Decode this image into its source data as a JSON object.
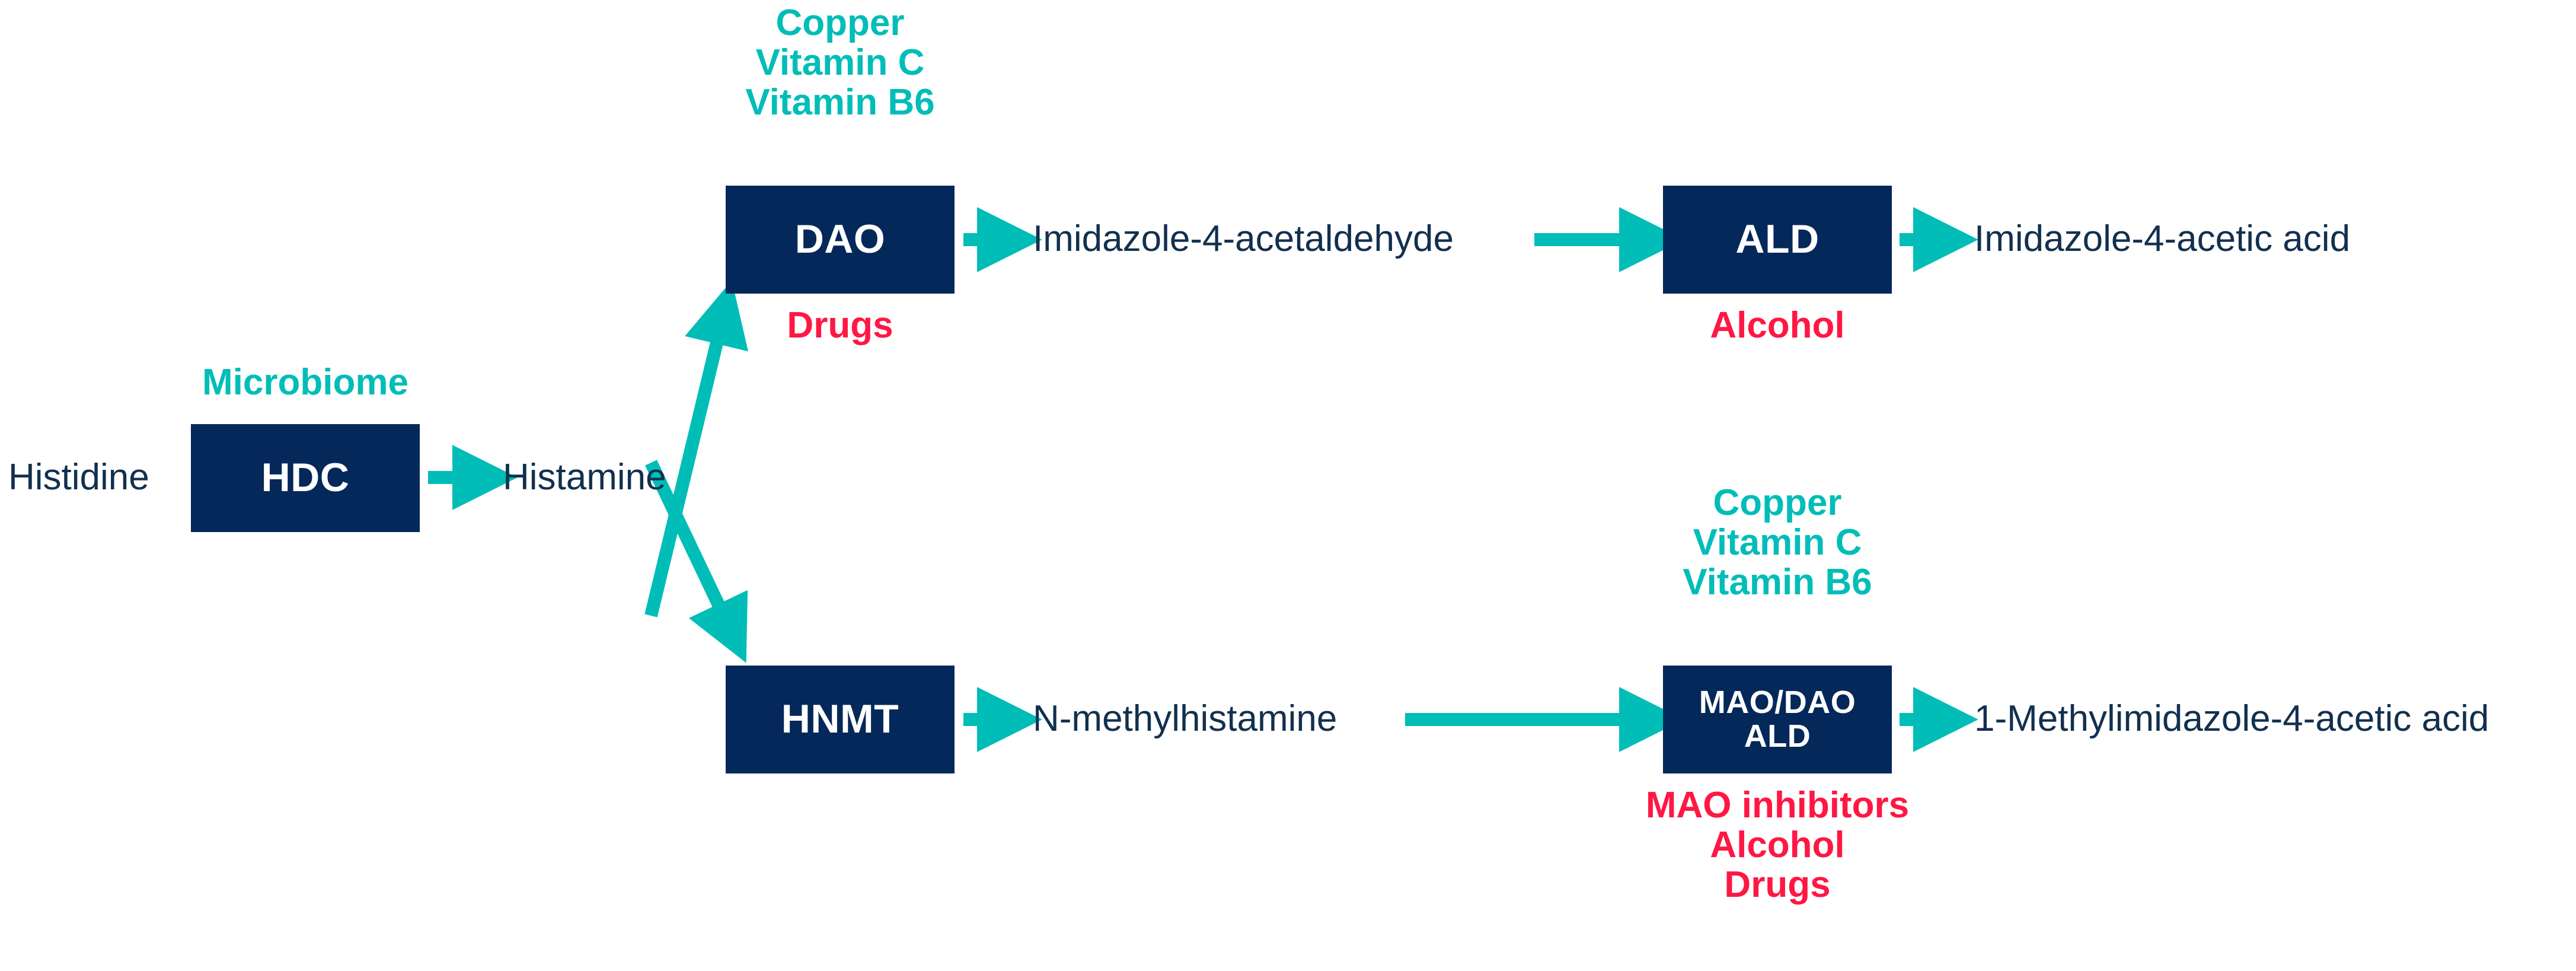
{
  "diagram": {
    "title": "Histamine metabolism pathway",
    "colors": {
      "enzyme_box": "#04285a",
      "cofactor_teal": "#00bdb8",
      "inhibitor_red": "#ff1744",
      "arrow_teal": "#00bdb8",
      "metabolite_text": "#12304f"
    }
  },
  "nodes": {
    "histidine": {
      "label": "Histidine"
    },
    "hdc": {
      "label": "HDC"
    },
    "microbiome": {
      "label": "Microbiome"
    },
    "histamine": {
      "label": "Histamine"
    },
    "dao": {
      "label": "DAO"
    },
    "dao_cofactors": {
      "line1": "Copper",
      "line2": "Vitamin C",
      "line3": "Vitamin B6"
    },
    "dao_inhibitors": {
      "line1": "Drugs"
    },
    "imidazole_acetaldehyde": {
      "label": "Imidazole-4-acetaldehyde"
    },
    "ald": {
      "label": "ALD"
    },
    "ald_inhibitors": {
      "line1": "Alcohol"
    },
    "imidazole_acetic_acid": {
      "label": "Imidazole-4-acetic acid"
    },
    "hnmt": {
      "label": "HNMT"
    },
    "n_methylhistamine": {
      "label": "N-methylhistamine"
    },
    "mao_dao_ald": {
      "line1": "MAO/DAO",
      "line2": "ALD"
    },
    "mao_cofactors": {
      "line1": "Copper",
      "line2": "Vitamin C",
      "line3": "Vitamin B6"
    },
    "mao_inhibitors": {
      "line1": "MAO inhibitors",
      "line2": "Alcohol",
      "line3": "Drugs"
    },
    "methylimidazole_acetic_acid": {
      "label": "1-Methylimidazole-4-acetic acid"
    }
  }
}
